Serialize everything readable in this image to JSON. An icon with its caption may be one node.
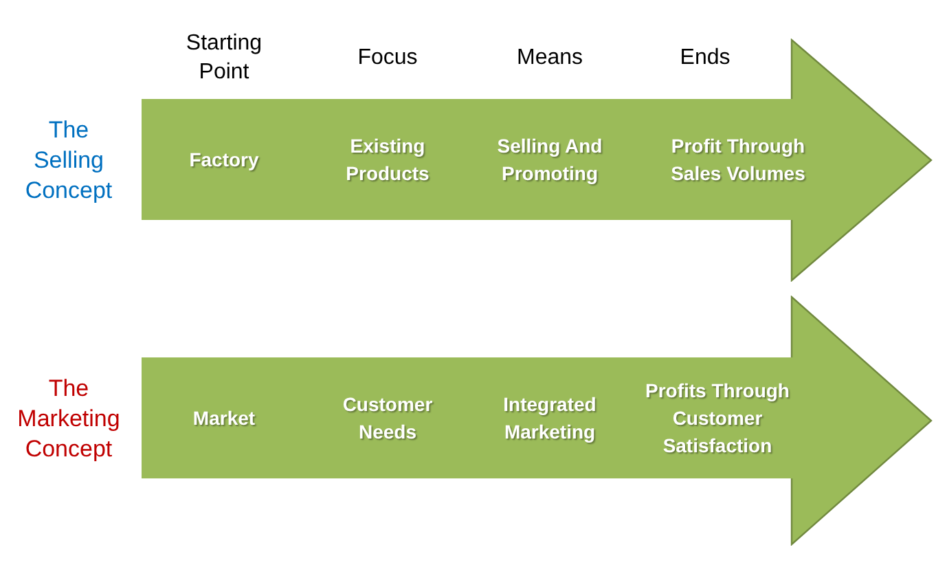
{
  "diagram": {
    "nodes": [
      {
        "text": [
          "Factory",
          "Existing Products",
          "Selling And Promoting",
          "Profit Through Sales Volumes"
        ],
        "beside": [
          "The Selling Concept"
        ]
      },
      {
        "text": [
          "Market",
          "Customer Needs",
          "Integrated Marketing",
          "Profits Through Customer Satisfaction"
        ],
        "beside": [
          "The Marketing Concept"
        ]
      }
    ],
    "labels": [
      "Starting Point",
      "Focus",
      "Means",
      "Ends"
    ]
  }
}
